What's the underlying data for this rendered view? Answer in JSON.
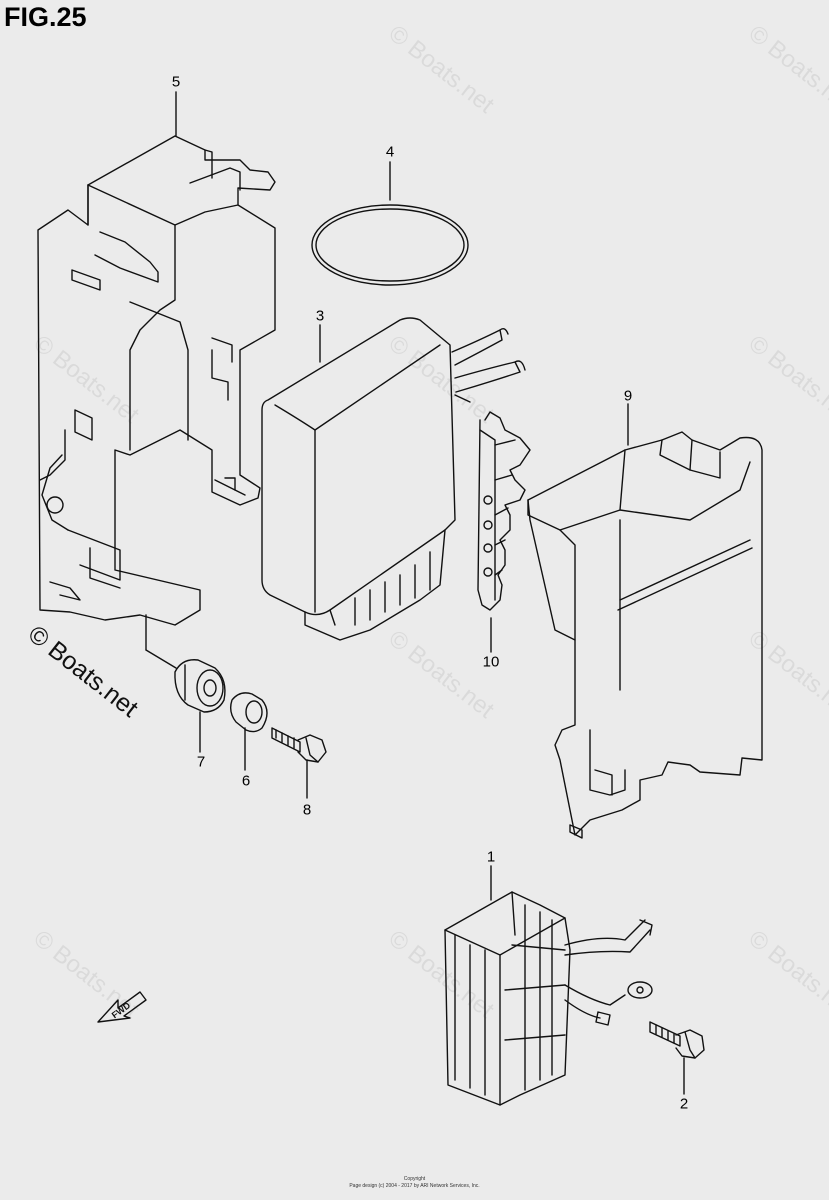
{
  "figure": {
    "title": "FIG.25"
  },
  "brand_mark": "© Boats.net",
  "watermark_text": "© Boats.net",
  "fwd_label": "FWD",
  "callouts": [
    "1",
    "2",
    "3",
    "4",
    "5",
    "6",
    "7",
    "8",
    "9",
    "10"
  ],
  "footer": {
    "line1": "Copyright",
    "line2": "Page design (c) 2004 - 2017 by ARI Network Services, Inc."
  },
  "colors": {
    "background": "#ebebeb",
    "line": "#111111"
  }
}
